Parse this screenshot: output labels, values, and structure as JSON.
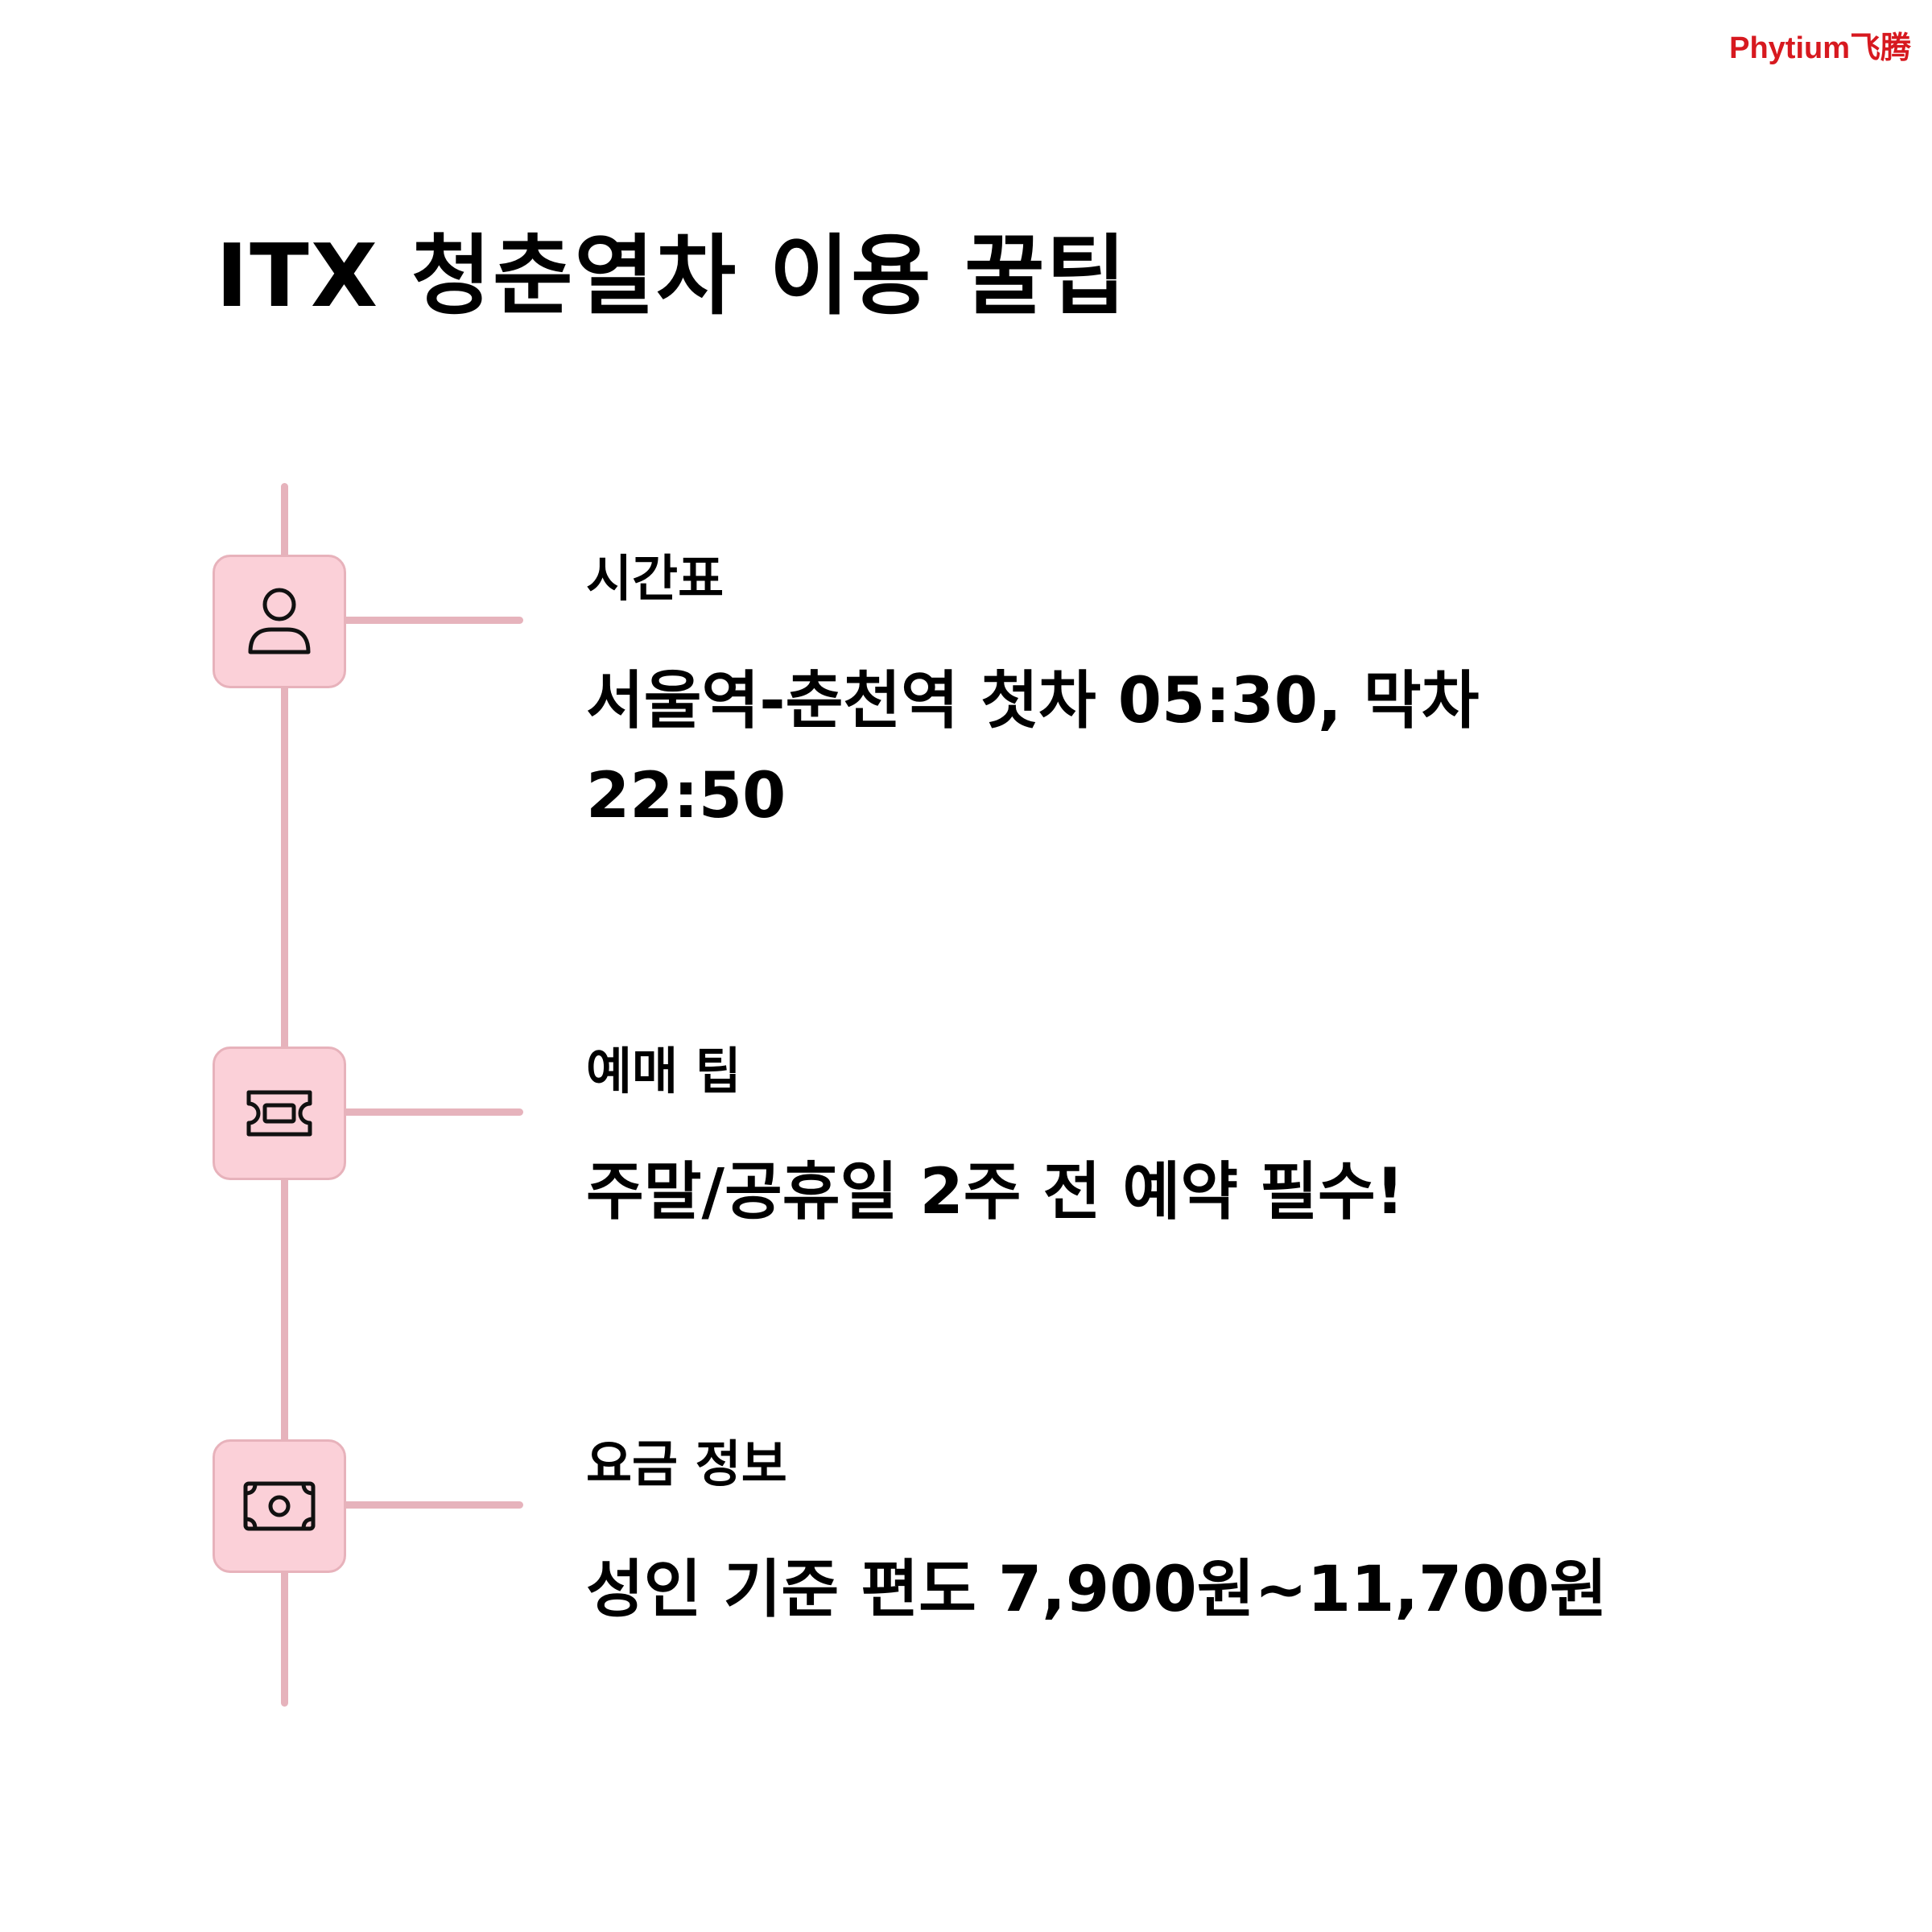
{
  "brand": {
    "logo_text": "Phytium飞腾",
    "color": "#d7191f"
  },
  "title": "ITX 청춘열차 이용 꿀팁",
  "colors": {
    "timeline_line": "#e6b3bc",
    "icon_box_fill": "#fbd0d8",
    "icon_box_border": "#e7b2bb",
    "icon_stroke": "#111111"
  },
  "items": [
    {
      "icon": "user-icon",
      "heading": "시간표",
      "body": "서울역-춘천역 첫차 05:30, 막차 22:50"
    },
    {
      "icon": "ticket-icon",
      "heading": "예매 팁",
      "body": "주말/공휴일 2주 전 예약 필수!"
    },
    {
      "icon": "money-icon",
      "heading": "요금 정보",
      "body": "성인 기준 편도 7,900원~11,700원"
    }
  ]
}
